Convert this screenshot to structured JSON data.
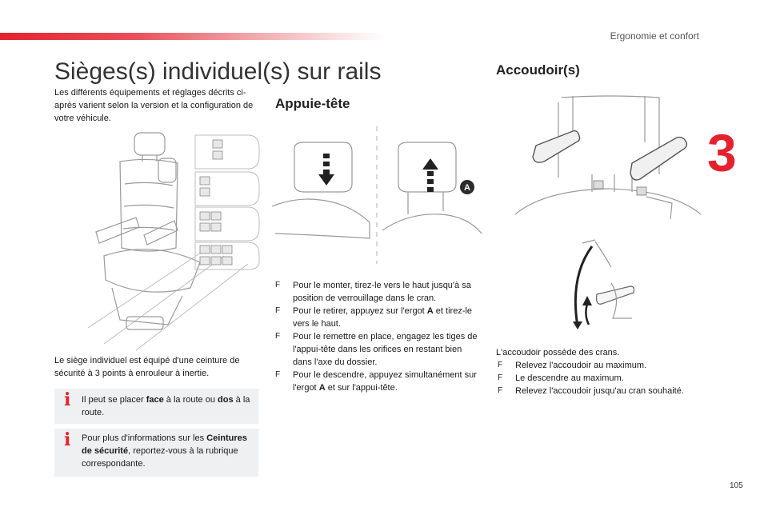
{
  "header": {
    "section": "Ergonomie et confort",
    "chapter": "3",
    "page": "105"
  },
  "title": "Sièges(s) individuel(s) sur rails",
  "intro": "Les différents équipements et réglages décrits ci-après varient selon la version et la configuration de votre véhicule.",
  "seat_belt_text": "Le siège individuel est équipé d'une ceinture de sécurité à 3 points à enrouleur à inertie.",
  "info1": {
    "pre": "Il peut se placer ",
    "bold1": "face",
    "mid": " à la route ou ",
    "bold2": "dos",
    "post": " à la route."
  },
  "info2": {
    "pre": "Pour plus d'informations sur les ",
    "bold": "Ceintures de sécurité",
    "post": ", reportez-vous à la rubrique correspondante."
  },
  "headrest": {
    "heading": "Appuie-tête",
    "label_a": "A",
    "bullets": [
      "Pour le monter, tirez-le vers le haut jusqu'à sa position de verrouillage dans le cran.",
      {
        "pre": "Pour le retirer, appuyez sur l'ergot ",
        "bold": "A",
        "post": " et tirez-le vers le haut."
      },
      "Pour le remettre en place, engagez les tiges de l'appui-tête dans les orifices en restant bien dans l'axe du dossier.",
      {
        "pre": "Pour le descendre, appuyez simultanément sur l'ergot ",
        "bold": "A",
        "post": " et sur l'appui-tête."
      }
    ]
  },
  "armrest": {
    "heading": "Accoudoir(s)",
    "intro": "L'accoudoir possède des crans.",
    "bullets": [
      "Relevez l'accoudoir au maximum.",
      "Le descendre au maximum.",
      "Relevez l'accoudoir jusqu'au cran souhaité."
    ]
  },
  "bullet_mark": "F",
  "icons": {
    "info": "i",
    "accent": "#e4222e"
  }
}
